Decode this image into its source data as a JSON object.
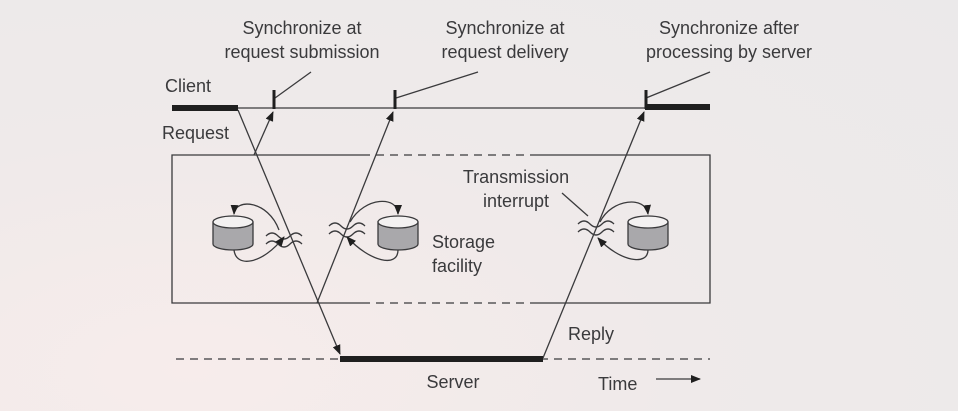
{
  "diagram": {
    "labels": {
      "sync_submission_line1": "Synchronize at",
      "sync_submission_line2": "request submission",
      "sync_delivery_line1": "Synchronize at",
      "sync_delivery_line2": "request delivery",
      "sync_processing_line1": "Synchronize after",
      "sync_processing_line2": "processing by server",
      "client": "Client",
      "request": "Request",
      "transmission_line1": "Transmission",
      "transmission_line2": "interrupt",
      "storage_line1": "Storage",
      "storage_line2": "facility",
      "reply": "Reply",
      "server": "Server",
      "time": "Time"
    },
    "icons": {
      "storage": "database-cylinder-icon",
      "interrupt": "wavy-break-icon",
      "time_arrow": "arrow-right-icon"
    },
    "colors": {
      "line": "#3a3a3c",
      "thick_bar": "#1f1f1f",
      "cylinder_fill": "#a9a8ab",
      "text": "#3a3a3c"
    }
  }
}
